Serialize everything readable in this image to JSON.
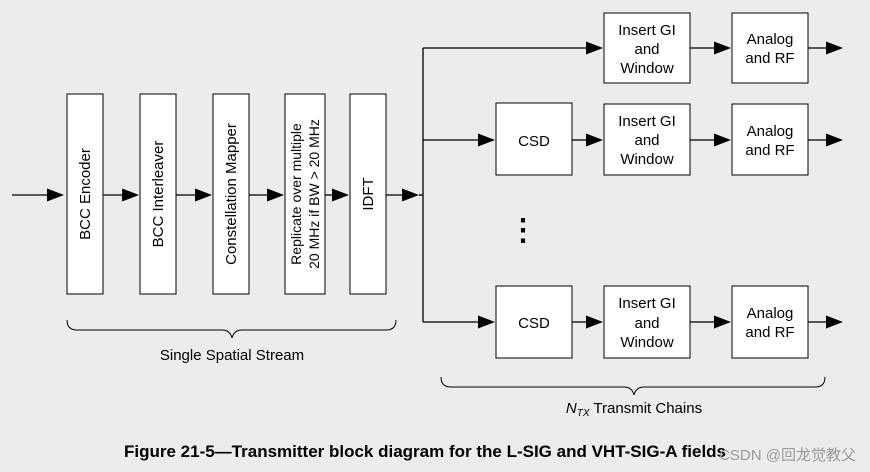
{
  "stream_blocks": [
    {
      "label": "BCC Encoder"
    },
    {
      "label": "BCC Interleaver"
    },
    {
      "label": "Constellation Mapper"
    },
    {
      "label_line1": "Replicate over multiple",
      "label_line2": "20 MHz if BW > 20 MHz"
    },
    {
      "label": "IDFT"
    }
  ],
  "tx_chains": {
    "csd_label": "CSD",
    "gi_line1": "Insert GI",
    "gi_line2": "and",
    "gi_line3": "Window",
    "rf_line1": "Analog",
    "rf_line2": "and RF",
    "ellipsis": "⋮"
  },
  "brace_labels": {
    "stream": "Single Spatial Stream",
    "chains_sym": "N",
    "chains_sub": "TX",
    "chains_text": " Transmit Chains"
  },
  "caption": "Figure 21-5—Transmitter block diagram for the L-SIG and VHT-SIG-A fields",
  "watermark": "CSDN @回龙觉教父"
}
